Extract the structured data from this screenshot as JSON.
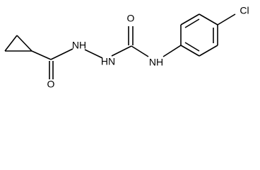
{
  "molecule": {
    "labels": {
      "oxygen_1": "O",
      "oxygen_2": "O",
      "nh_1": "NH",
      "hn_1": "HN",
      "nh_2": "NH",
      "chlorine": "Cl"
    }
  }
}
